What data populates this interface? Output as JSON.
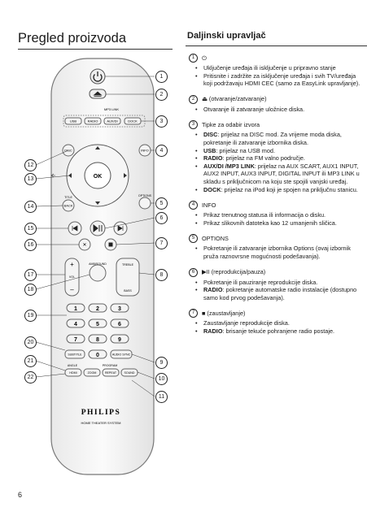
{
  "page": {
    "title": "Pregled proizvoda",
    "section_title": "Daljinski upravljač",
    "page_number": "6"
  },
  "remote": {
    "labels": {
      "mp3link": "MP3 LINK",
      "usb": "USB",
      "radio": "RADIO",
      "auxdi": "AUX/DI",
      "dock": "DOCK",
      "disc": "DISC",
      "info": "INFO",
      "ok": "OK",
      "title": "TITLE",
      "back": "BACK",
      "options": "OPTIONS",
      "vol": "VOL",
      "ambisound": "AMBISOUND",
      "treble": "TREBLE",
      "bass": "BASS",
      "k1": "1",
      "k2": "2",
      "k3": "3",
      "k4": "4",
      "k5": "5",
      "k6": "6",
      "k7": "7",
      "k8": "8",
      "k9": "9",
      "k0": "0",
      "subtitle": "SUBTITLE",
      "audiosync": "AUDIO SYNC",
      "angle": "ANGLE",
      "program": "PROGRAM",
      "hdmi": "HDMI",
      "zoom": "ZOOM",
      "repeat": "REPEAT",
      "sound": "SOUND",
      "brand": "PHILIPS",
      "product": "HOME THEATER SYSTEM"
    },
    "callouts_right": [
      "1",
      "2",
      "3",
      "4",
      "5",
      "6",
      "7",
      "8",
      "9",
      "10",
      "11"
    ],
    "callouts_left": [
      "12",
      "13",
      "14",
      "15",
      "16",
      "17",
      "18",
      "19",
      "20",
      "21",
      "22"
    ]
  },
  "items": [
    {
      "num": "1",
      "head": "⏻",
      "bullets": [
        "Uključenje uređaja ili isključenje u pripravno stanje",
        "Pritisnite i zadržite za isključenje uređaja i svih TV/uređaja koji podržavaju HDMI CEC (samo za EasyLink upravljanje)."
      ]
    },
    {
      "num": "2",
      "head": "⏏ (otvaranje/zatvaranje)",
      "bullets": [
        "Otvaranje ili zatvaranje uložnice diska."
      ]
    },
    {
      "num": "3",
      "head": "Tipke za odabir izvora",
      "bullets_rich": [
        {
          "b": "DISC",
          "t": ": prijelaz na DISC mod. Za vrijeme moda diska, pokretanje ili zatvaranje izbornika diska."
        },
        {
          "b": "USB",
          "t": ": prijelaz na USB mod."
        },
        {
          "b": "RADIO",
          "t": ": prijelaz na FM valno područje."
        },
        {
          "b": "AUX/DI /MP3 LINK",
          "t": ": prijelaz na AUX SCART, AUX1 INPUT, AUX2 INPUT, AUX3 INPUT, DIGITAL INPUT ili MP3 LINK u skladu s priključnicom na koju ste spojili vanjski uređaj."
        },
        {
          "b": "DOCK",
          "t": ": prijelaz na iPod koji je spojen na priključnu stanicu."
        }
      ]
    },
    {
      "num": "4",
      "head": "INFO",
      "bullets": [
        "Prikaz trenutnog statusa ili informacija o disku.",
        "Prikaz slikovnih datoteka kao 12 umanjenih sličica."
      ]
    },
    {
      "num": "5",
      "head": "OPTIONS",
      "bullets": [
        "Pokretanje ili zatvaranje izbornika Options (ovaj izbornik pruža raznovrsne mogućnosti podešavanja)."
      ]
    },
    {
      "num": "6",
      "head": "▶II (reprodukcija/pauza)",
      "bullets_rich": [
        {
          "b": "",
          "t": "Pokretanje ili pauziranje reprodukcije diska."
        },
        {
          "b": "RADIO",
          "t": ": pokretanje automatske radio instalacije (dostupno samo kod prvog podešavanja)."
        }
      ]
    },
    {
      "num": "7",
      "head": "■ (zaustavljanje)",
      "bullets_rich": [
        {
          "b": "",
          "t": "Zaustavljanje reprodukcije diska."
        },
        {
          "b": "RADIO",
          "t": ": brisanje tekuće pohranjene radio postaje."
        }
      ]
    }
  ]
}
